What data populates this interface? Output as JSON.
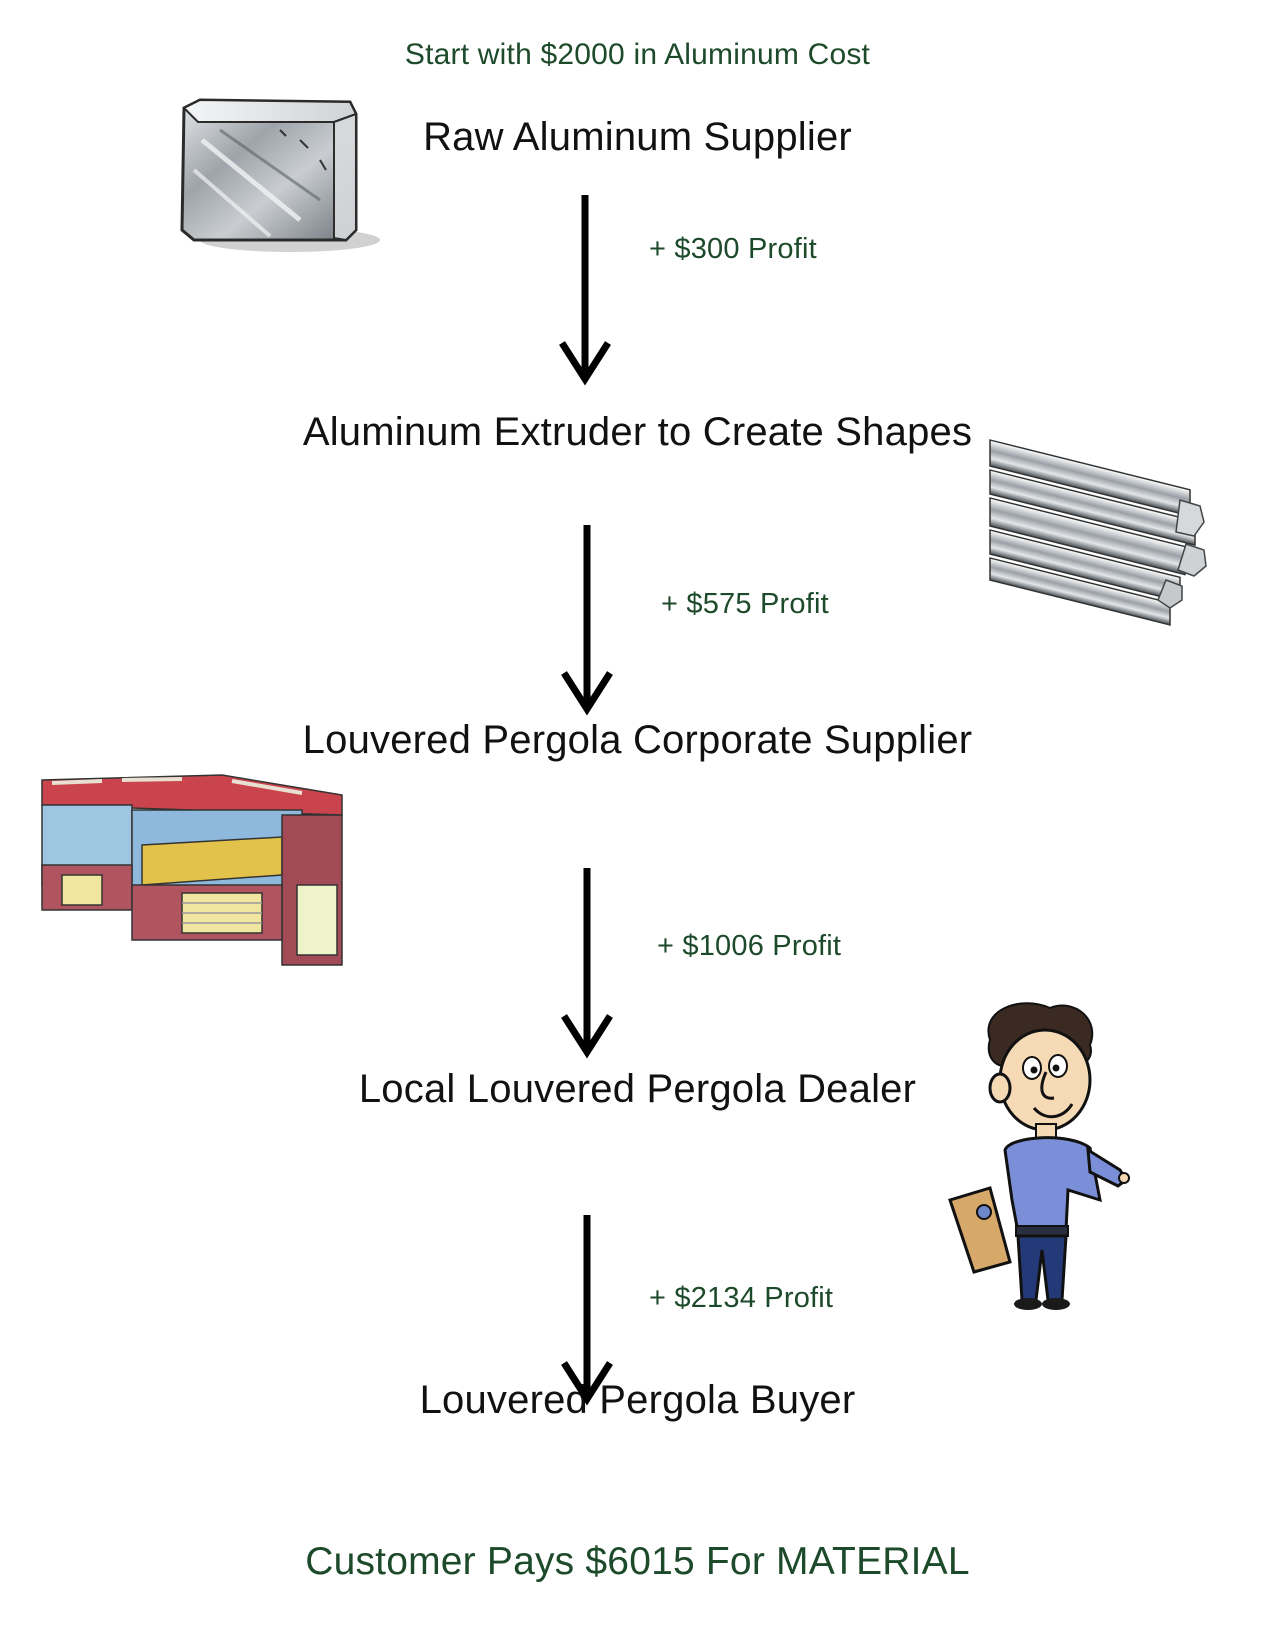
{
  "intro": "Start with $2000 in Aluminum Cost",
  "stages": [
    "Raw Aluminum Supplier",
    "Aluminum Extruder to Create Shapes",
    "Louvered Pergola Corporate Supplier",
    "Local Louvered Pergola Dealer",
    "Louvered Pergola Buyer"
  ],
  "profits": [
    "+ $300 Profit",
    "+ $575 Profit",
    "+ $1006 Profit",
    "+ $2134 Profit"
  ],
  "final": "Customer Pays $6015 For MATERIAL",
  "colors": {
    "accent_text": "#1d4a2a",
    "stage_text": "#111111",
    "arrow": "#000000"
  },
  "icons": [
    "aluminum-block-icon",
    "aluminum-extrusions-icon",
    "factory-building-icon",
    "dealer-person-icon"
  ]
}
